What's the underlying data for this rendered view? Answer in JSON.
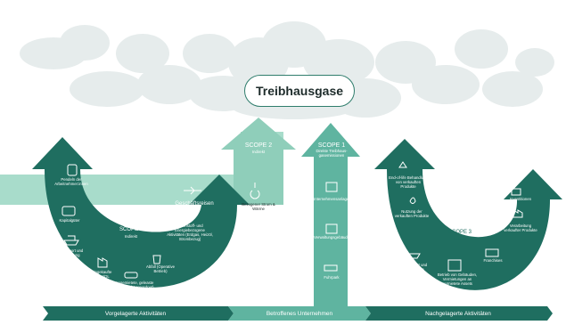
{
  "title": "Treibhausgase",
  "colors": {
    "dark": "#1f6e60",
    "mid": "#5fb4a0",
    "light": "#a8dccb",
    "cloud": "#e6ecec"
  },
  "scope1": {
    "heading": "SCOPE 1",
    "sub": "Direkte Treibhaus-gasemissionen"
  },
  "scope2": {
    "heading": "SCOPE 2",
    "sub": "Indirekt"
  },
  "scope3_left": {
    "heading": "SCOPE 3",
    "sub": "Indirekt"
  },
  "scope3_right": {
    "heading": "SCOPE 3",
    "sub": "Indirekt"
  },
  "scope2_items": {
    "energy": "Bezogener Strom & Wärme"
  },
  "scope1_items": {
    "facilities": "Unternehmensanlagen",
    "buildings": "Verwaltungsgebäude",
    "vehicles": "Fuhrpark"
  },
  "upstream_items": {
    "commuting": "Pendeln der Arbeitnehmer:innen",
    "capital_goods": "Kapitalgüter",
    "transport": "Transport und Verteilung",
    "purchased_goods": "Eingekaufte Güter/DL",
    "waste": "Abfall (Operative Betrieb)",
    "leased_assets": "Angemietete, geleaste Anlagen (Vorgeordnet)",
    "business_travel": "Geschäftsreisen",
    "fuel_energy": "Brennstoff- und Energiebezogene Aktivitäten (Erdgas, Heizöl, Strombezug)"
  },
  "downstream_items": {
    "end_of_life": "End-of-life Behandlung von verkauften Produkte",
    "processing": "Nutzung der verkauften Produkte",
    "transport": "Transport und Verteilung",
    "leased_assets": "Betrieb von Gebäuden, Vermietungen an vermietete Assets",
    "franchises": "Franchises",
    "investments": "Investitionen",
    "processing_sold": "Verarbeitung verkaufter Produkte"
  },
  "band": {
    "upstream": "Vorgelagerte Aktivitäten",
    "company": "Betroffenes Unternehmen",
    "downstream": "Nachgelagerte Aktivitäten"
  }
}
